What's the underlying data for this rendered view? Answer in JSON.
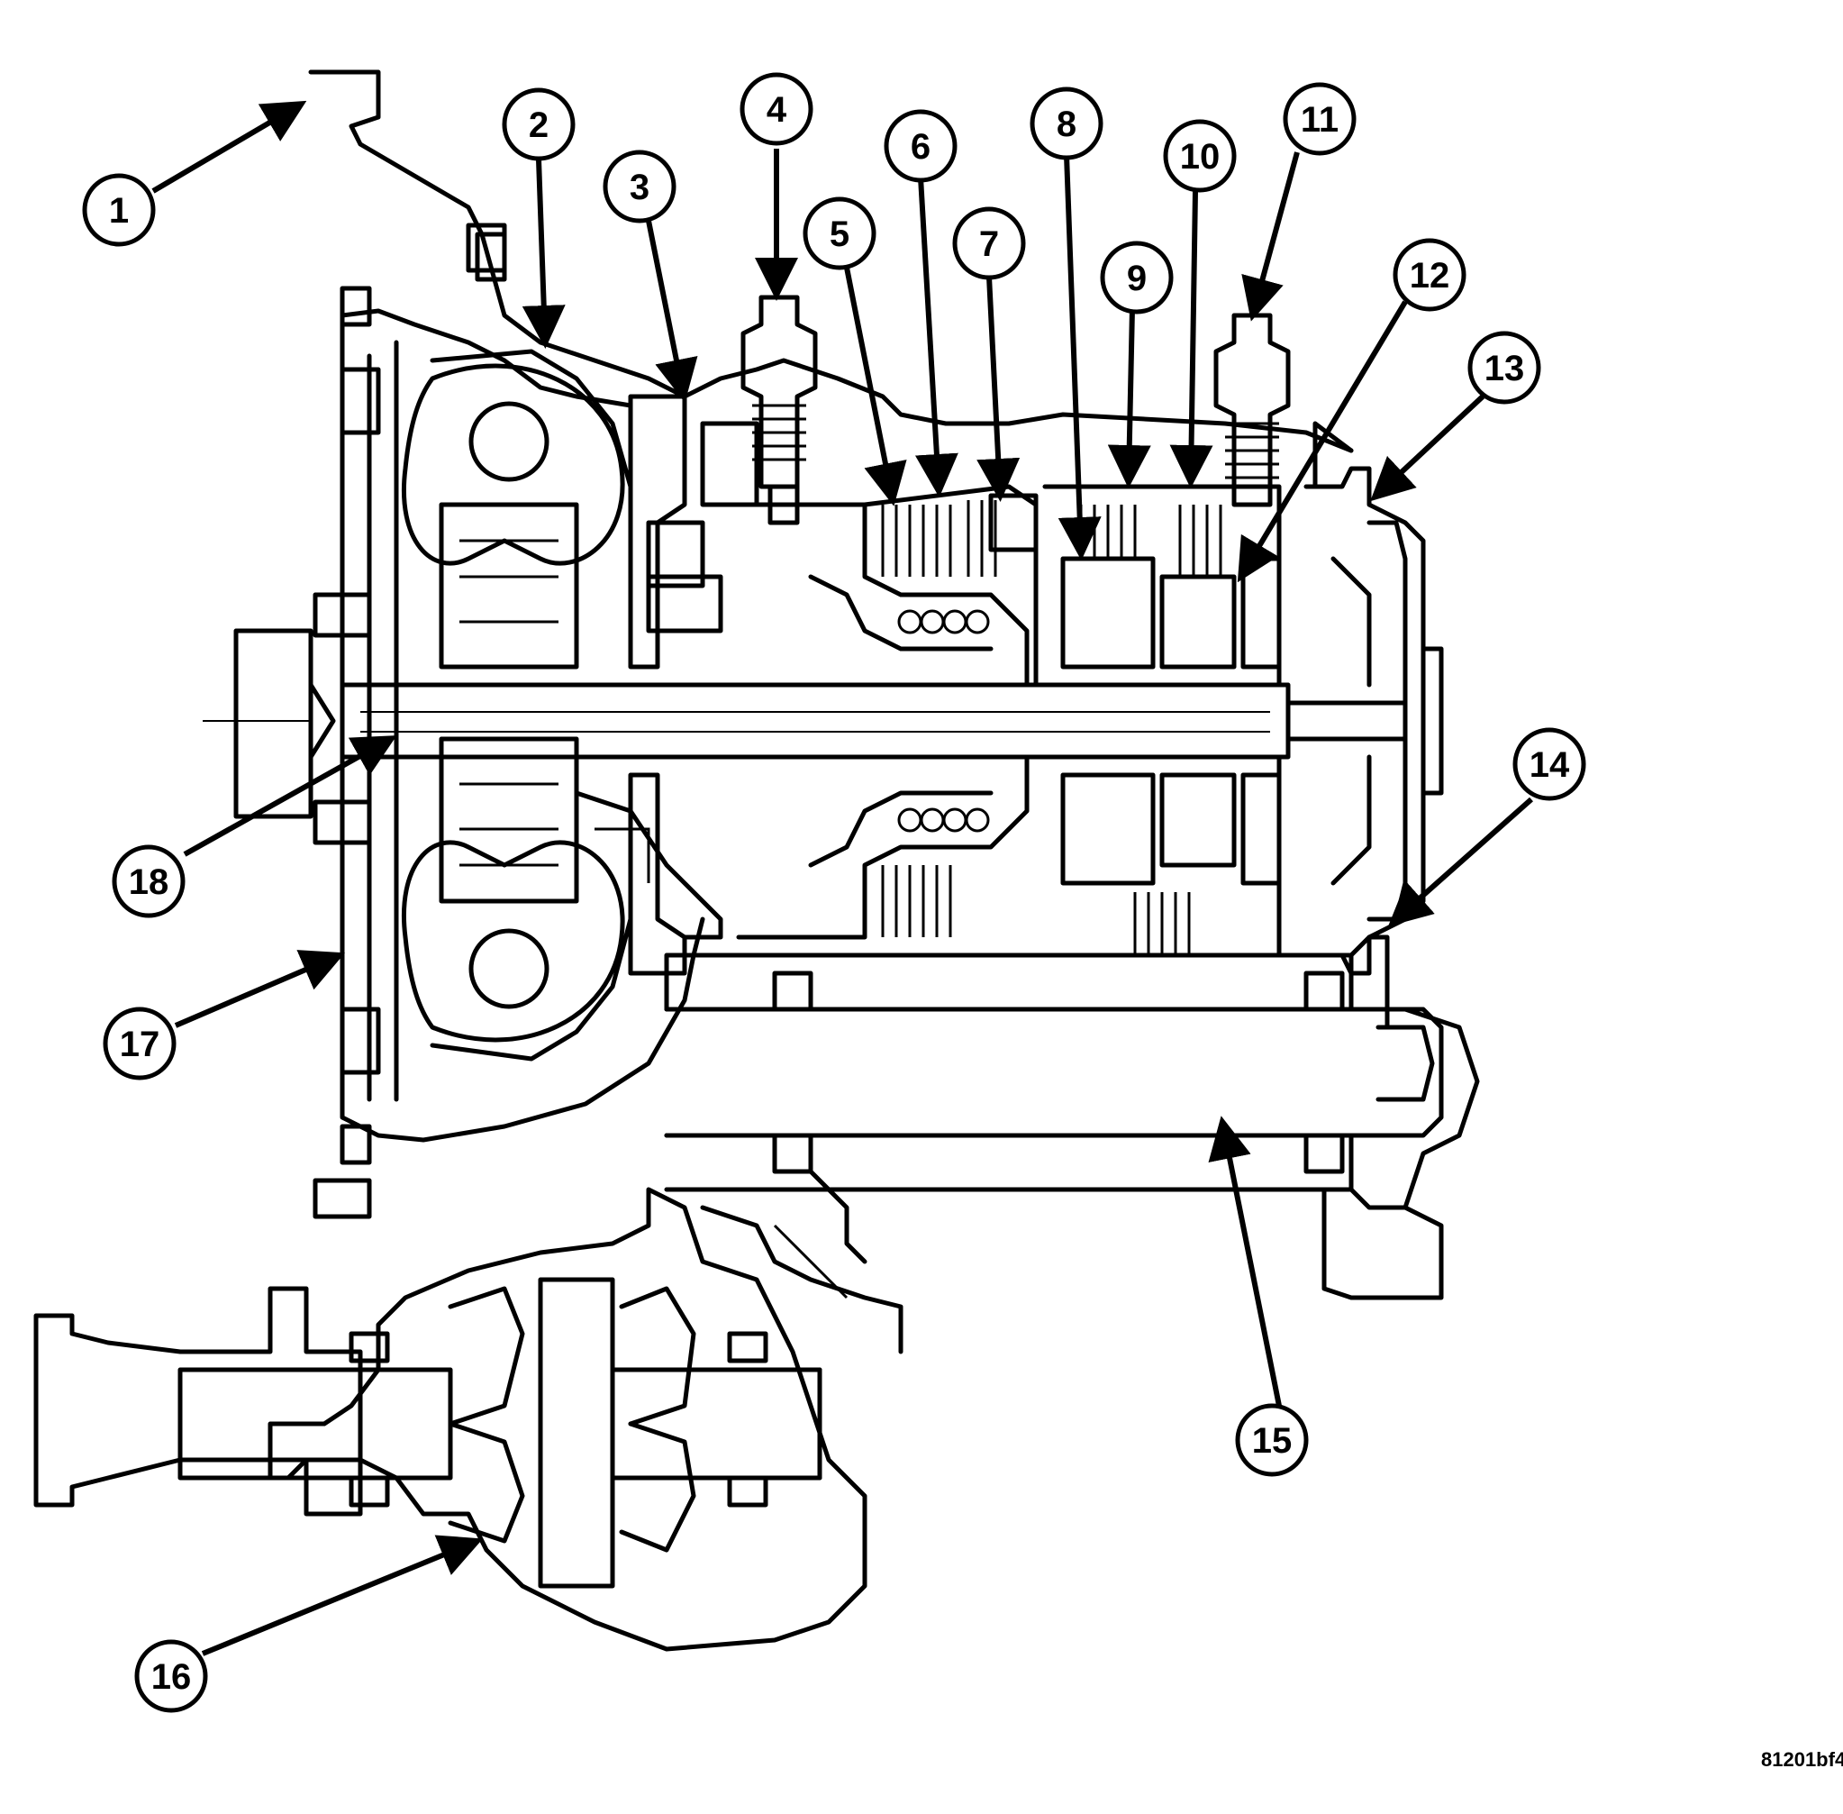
{
  "callouts": [
    {
      "label": "1"
    },
    {
      "label": "2"
    },
    {
      "label": "3"
    },
    {
      "label": "4"
    },
    {
      "label": "5"
    },
    {
      "label": "6"
    },
    {
      "label": "7"
    },
    {
      "label": "8"
    },
    {
      "label": "9"
    },
    {
      "label": "10"
    },
    {
      "label": "11"
    },
    {
      "label": "12"
    },
    {
      "label": "13"
    },
    {
      "label": "14"
    },
    {
      "label": "15"
    },
    {
      "label": "16"
    },
    {
      "label": "17"
    },
    {
      "label": "18"
    }
  ],
  "figure_id": "81201bf4",
  "colors": {
    "line": "#000000",
    "background": "#ffffff"
  }
}
